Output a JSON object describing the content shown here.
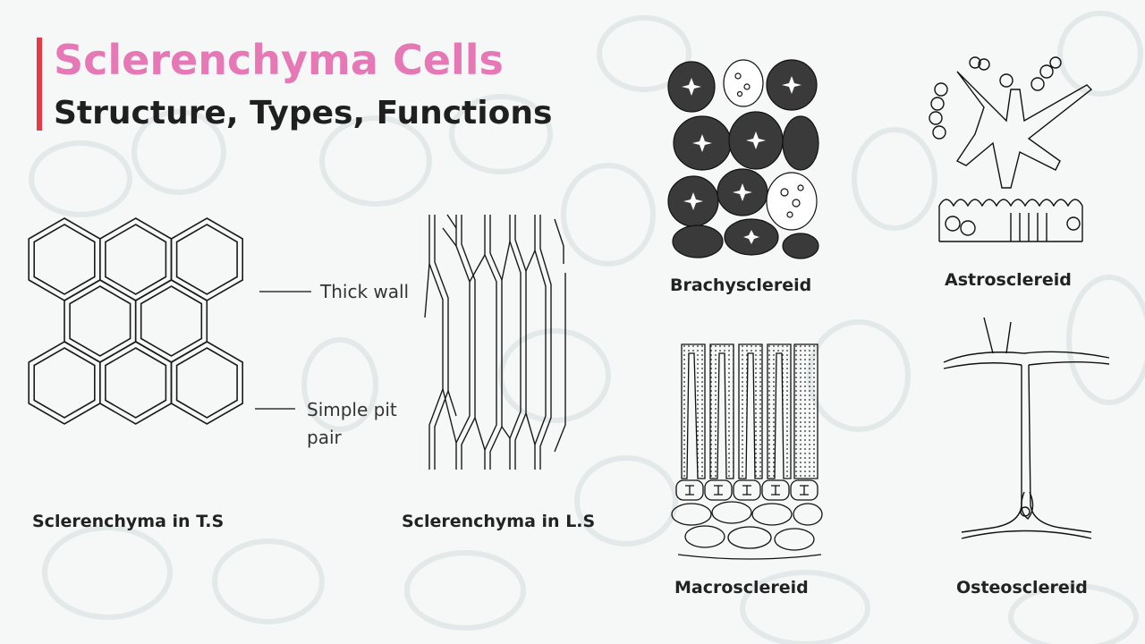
{
  "title": "Sclerenchyma Cells",
  "subtitle": "Structure, Types, Functions",
  "colors": {
    "title": "#e678b6",
    "subtitle": "#1f1f1f",
    "accent_bar": "#e53b46",
    "line_art": "#1a1a1a"
  },
  "annotations": {
    "thick_wall": "Thick wall",
    "simple_pit_pair_line1": "Simple pit",
    "simple_pit_pair_line2": "pair"
  },
  "captions": {
    "ts": "Sclerenchyma in T.S",
    "ls": "Sclerenchyma in L.S",
    "brachysclereid": "Brachysclereid",
    "astrosclereid": "Astrosclereid",
    "macrosclereid": "Macrosclereid",
    "osteosclereid": "Osteosclereid"
  }
}
